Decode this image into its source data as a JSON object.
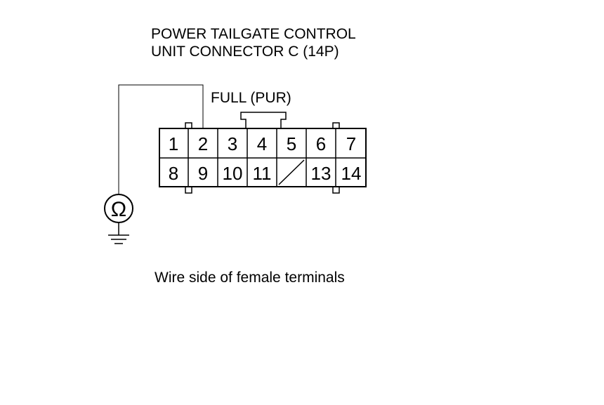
{
  "title": {
    "line1": "POWER TAILGATE CONTROL",
    "line2": "UNIT CONNECTOR C (14P)"
  },
  "wire_label": "FULL (PUR)",
  "connector": {
    "row1": [
      "1",
      "2",
      "3",
      "4",
      "5",
      "6",
      "7"
    ],
    "row2": [
      "8",
      "9",
      "10",
      "11",
      "",
      "13",
      "14"
    ],
    "empty_cavity": 12,
    "probe_terminal": "2"
  },
  "meter": {
    "symbol": "Ω",
    "icon": "ohmmeter-icon"
  },
  "ground_icon": "ground-icon",
  "caption": "Wire side of female terminals"
}
